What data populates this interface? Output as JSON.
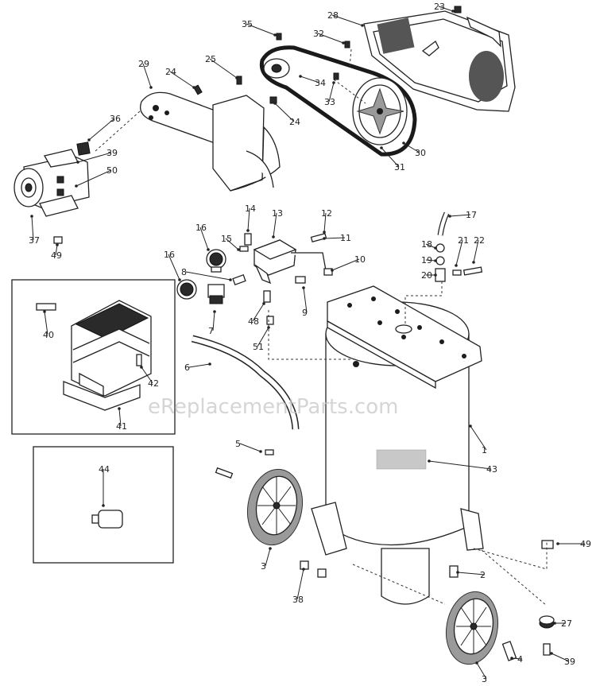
{
  "watermark": "eReplacementParts.com",
  "callouts": [
    {
      "id": "c1",
      "label": "1"
    },
    {
      "id": "c2",
      "label": "2"
    },
    {
      "id": "c3a",
      "label": "3"
    },
    {
      "id": "c3b",
      "label": "3"
    },
    {
      "id": "c4",
      "label": "4"
    },
    {
      "id": "c5",
      "label": "5"
    },
    {
      "id": "c6",
      "label": "6"
    },
    {
      "id": "c7",
      "label": "7"
    },
    {
      "id": "c8",
      "label": "8"
    },
    {
      "id": "c9",
      "label": "9"
    },
    {
      "id": "c10",
      "label": "10"
    },
    {
      "id": "c11",
      "label": "11"
    },
    {
      "id": "c12",
      "label": "12"
    },
    {
      "id": "c13",
      "label": "13"
    },
    {
      "id": "c14",
      "label": "14"
    },
    {
      "id": "c15",
      "label": "15"
    },
    {
      "id": "c16a",
      "label": "16"
    },
    {
      "id": "c16b",
      "label": "16"
    },
    {
      "id": "c17",
      "label": "17"
    },
    {
      "id": "c18",
      "label": "18"
    },
    {
      "id": "c19",
      "label": "19"
    },
    {
      "id": "c20",
      "label": "20"
    },
    {
      "id": "c21",
      "label": "21"
    },
    {
      "id": "c22",
      "label": "22"
    },
    {
      "id": "c23",
      "label": "23"
    },
    {
      "id": "c24a",
      "label": "24"
    },
    {
      "id": "c24b",
      "label": "24"
    },
    {
      "id": "c25",
      "label": "25"
    },
    {
      "id": "c27",
      "label": "27"
    },
    {
      "id": "c28",
      "label": "28"
    },
    {
      "id": "c29",
      "label": "29"
    },
    {
      "id": "c30",
      "label": "30"
    },
    {
      "id": "c31",
      "label": "31"
    },
    {
      "id": "c32",
      "label": "32"
    },
    {
      "id": "c33",
      "label": "33"
    },
    {
      "id": "c34",
      "label": "34"
    },
    {
      "id": "c35",
      "label": "35"
    },
    {
      "id": "c36",
      "label": "36"
    },
    {
      "id": "c37",
      "label": "37"
    },
    {
      "id": "c38",
      "label": "38"
    },
    {
      "id": "c39a",
      "label": "39"
    },
    {
      "id": "c39b",
      "label": "39"
    },
    {
      "id": "c40",
      "label": "40"
    },
    {
      "id": "c41",
      "label": "41"
    },
    {
      "id": "c42",
      "label": "42"
    },
    {
      "id": "c43",
      "label": "43"
    },
    {
      "id": "c44",
      "label": "44"
    },
    {
      "id": "c48",
      "label": "48"
    },
    {
      "id": "c49a",
      "label": "49"
    },
    {
      "id": "c49b",
      "label": "49"
    },
    {
      "id": "c50",
      "label": "50"
    },
    {
      "id": "c51",
      "label": "51"
    }
  ]
}
